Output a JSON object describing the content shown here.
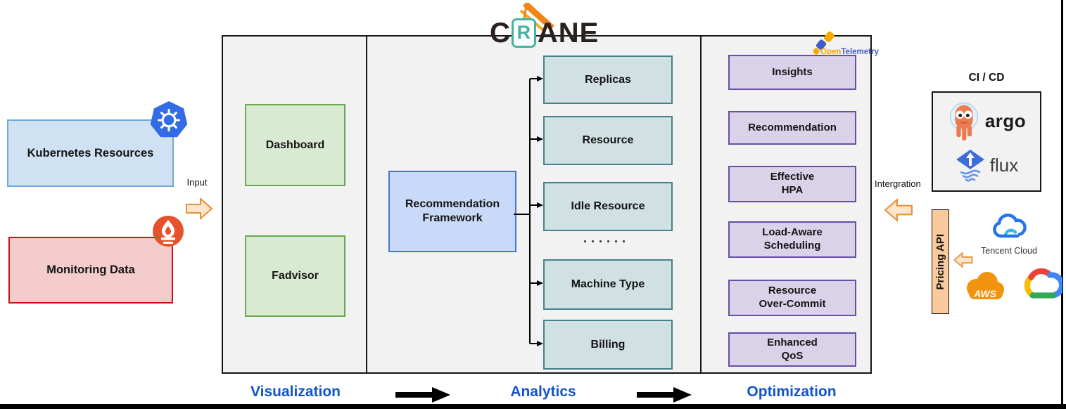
{
  "logo": {
    "c": "C",
    "r": "R",
    "ane": "ANE"
  },
  "left": {
    "kubernetes_box": "Kubernetes Resources",
    "monitoring_box": "Monitoring Data",
    "input_label": "Input"
  },
  "sections": {
    "visualization": {
      "label": "Visualization",
      "boxes": [
        "Dashboard",
        "Fadvisor"
      ]
    },
    "analytics": {
      "label": "Analytics",
      "framework": "Recommendation\nFramework",
      "boxes": [
        "Replicas",
        "Resource",
        "Idle Resource",
        "Machine Type",
        "Billing"
      ],
      "dots": "······"
    },
    "optimization": {
      "label": "Optimization",
      "boxes": [
        "Insights",
        "Recommendation",
        "Effective\nHPA",
        "Load-Aware\nScheduling",
        "Resource\nOver-Commit",
        "Enhanced\nQoS"
      ]
    }
  },
  "right": {
    "cicd_label": "CI / CD",
    "argo_label": "argo",
    "flux_label": "flux",
    "integration_label": "Intergration",
    "pricing_api": "Pricing API",
    "tencent_label": "Tencent Cloud",
    "aws_label": "AWS"
  },
  "otel": {
    "open": "Open",
    "telemetry": "Telemetry"
  },
  "colors": {
    "accent_blue_label": "#1155cc",
    "kubernetes_blue": "#326ce5",
    "prometheus_orange": "#e6522c",
    "crane_teal": "#43b3a2",
    "crane_orange": "#f08519",
    "arrow_fill": "#fce5cd",
    "arrow_border": "#e69138",
    "pricing_fill": "#f9cb9c",
    "otel_orange": "#f5a800",
    "otel_blue": "#425cc7"
  }
}
